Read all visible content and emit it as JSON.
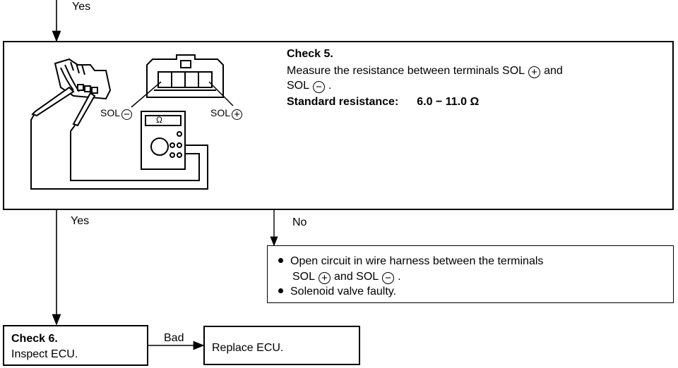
{
  "flow": {
    "yes_top": "Yes",
    "yes_mid": "Yes",
    "no": "No",
    "bad": "Bad"
  },
  "check5": {
    "title": "Check 5.",
    "line1": "Measure the resistance between terminals SOL",
    "line1_end": "and",
    "line2": "SOL",
    "line2_end": ".",
    "spec_label": "Standard resistance:",
    "spec_value": "6.0 − 11.0 Ω",
    "plus_symbol": "+",
    "minus_symbol": "−"
  },
  "illustration": {
    "sol_minus_label": "SOL",
    "sol_plus_label": "SOL",
    "meter_symbol": "Ω"
  },
  "no_result": {
    "bullet1_line1": "Open circuit in wire harness between the terminals",
    "bullet1_line2_a": "SOL",
    "bullet1_line2_b": "and SOL",
    "bullet1_line2_end": ".",
    "bullet2": "Solenoid valve faulty."
  },
  "check6": {
    "title": "Check 6.",
    "text": "Inspect ECU."
  },
  "replace": {
    "text": "Replace ECU."
  }
}
